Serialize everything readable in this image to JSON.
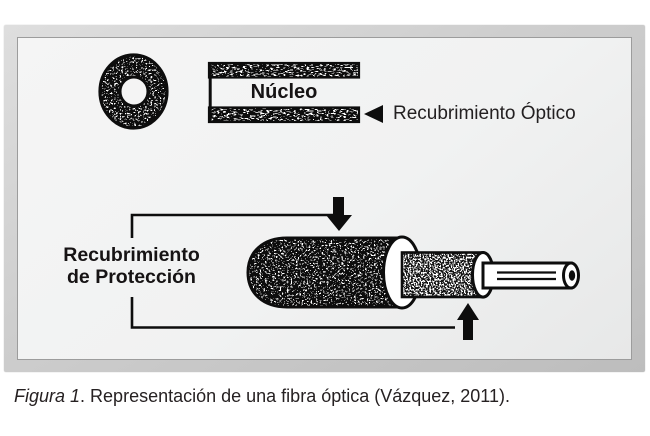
{
  "diagram": {
    "core_label": "Núcleo",
    "optical_coating_label": "Recubrimiento Óptico",
    "protective_coating_label_line1": "Recubrimiento",
    "protective_coating_label_line2": "de Protección"
  },
  "caption": {
    "figure_label": "Figura 1",
    "text": ". Representación de una fibra óptica (Vázquez, 2011)."
  },
  "colors": {
    "ink": "#0d0d0d",
    "label_text": "#161314",
    "caption_text": "#262122",
    "frame_outer": "#c7c7c7",
    "frame_line": "#9c9c9c",
    "panel_background": "#f0f1f1"
  }
}
